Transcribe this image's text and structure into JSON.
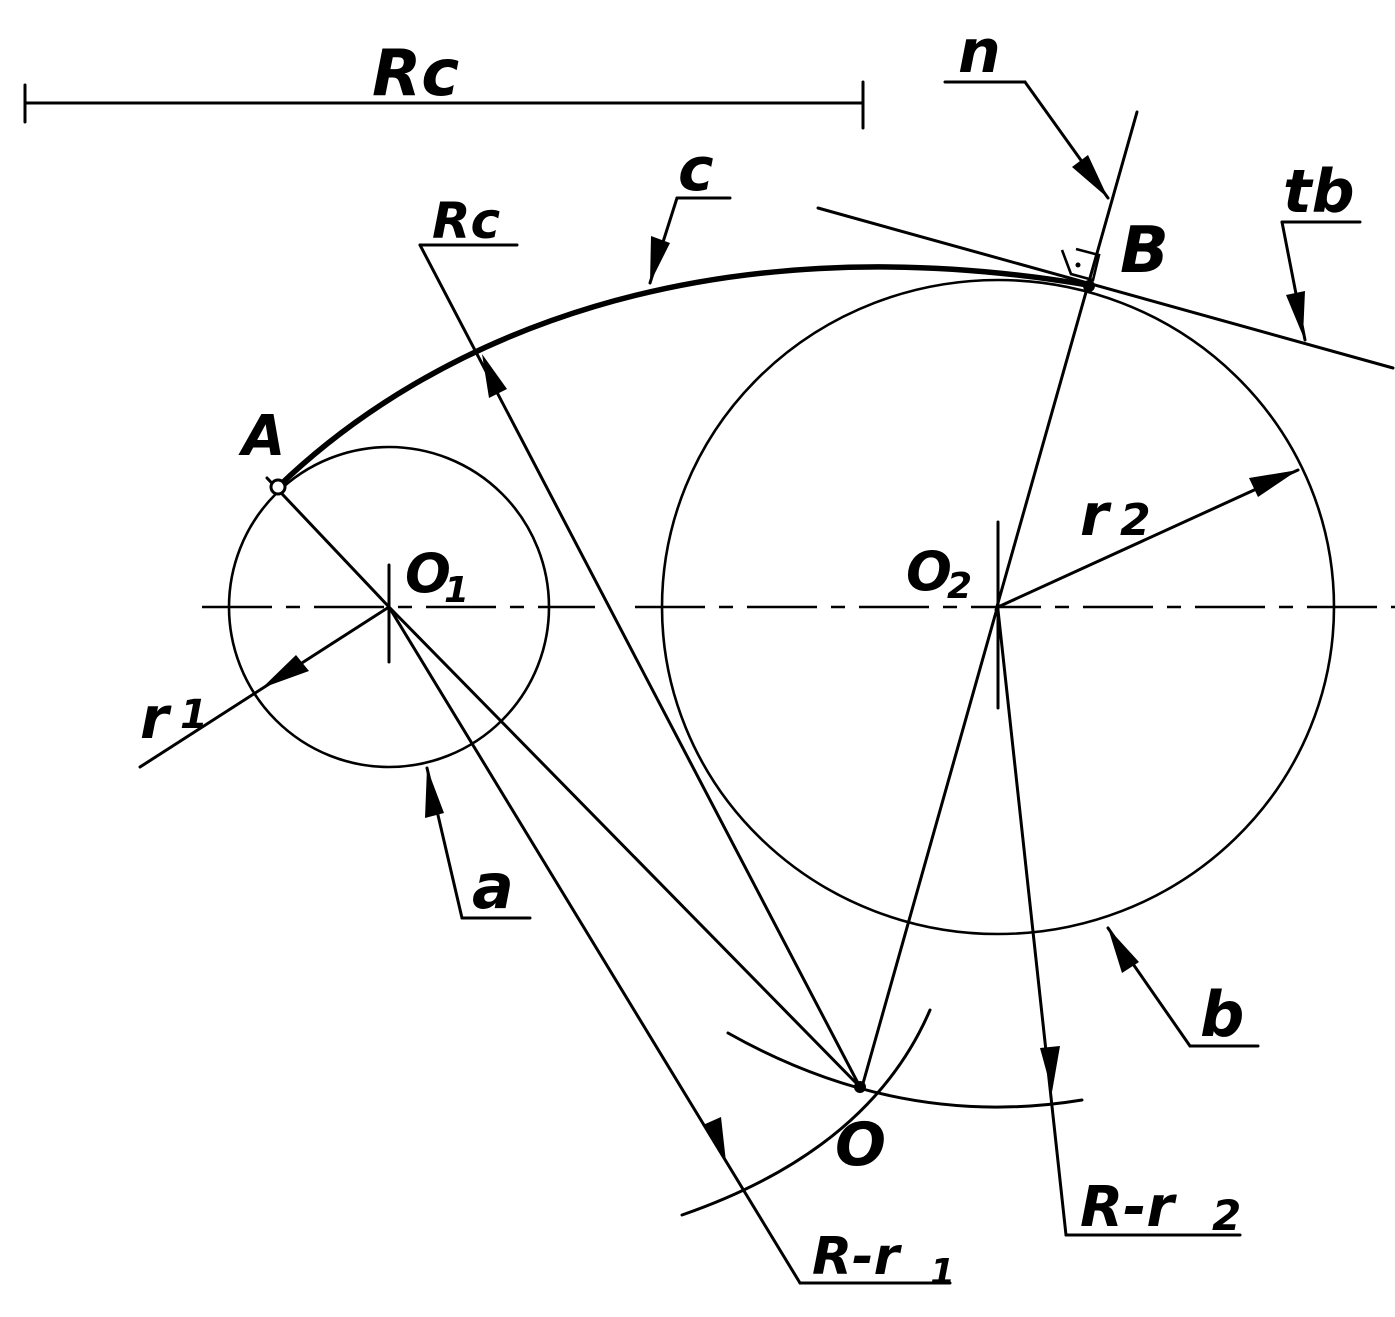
{
  "labels": {
    "rc_top": "Rc",
    "rc_leader": "Rc",
    "c": "c",
    "n": "n",
    "tb": "tb",
    "b_point": "B",
    "a_point": "A",
    "o1": "O",
    "o1_sub": "1",
    "o2": "O",
    "o2_sub": "2",
    "r1": "r",
    "r1_sub": "1",
    "r2": "r",
    "r2_sub": "2",
    "a_circle": "a",
    "b_circle": "b",
    "o_center": "O",
    "r_minus_r1": "R-r",
    "r_minus_r1_sub": "1",
    "r_minus_r2": "R-r",
    "r_minus_r2_sub": "2"
  }
}
